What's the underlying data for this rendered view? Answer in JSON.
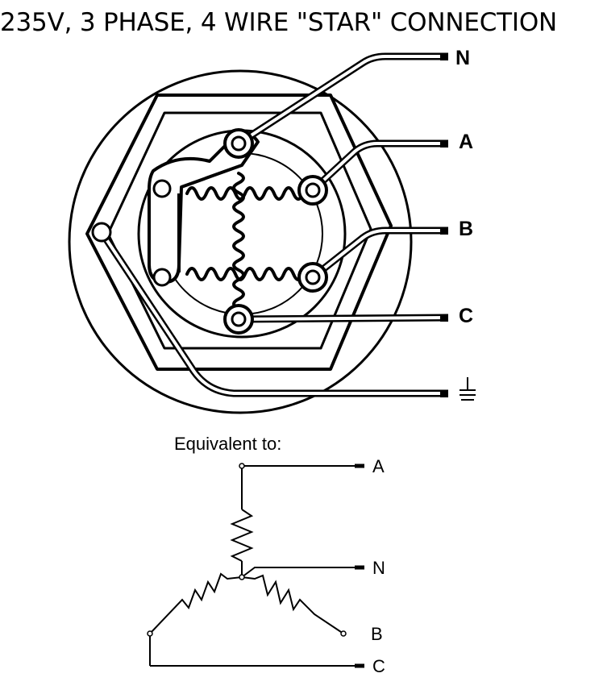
{
  "title": "235V, 3 PHASE, 4 WIRE \"STAR\" CONNECTION",
  "terminal_labels": {
    "n": "N",
    "a": "A",
    "b": "B",
    "c": "C",
    "earth_icon": "ground-symbol"
  },
  "equivalent": {
    "heading": "Equivalent to:",
    "labels": {
      "a": "A",
      "n": "N",
      "b": "B",
      "c": "C"
    }
  }
}
